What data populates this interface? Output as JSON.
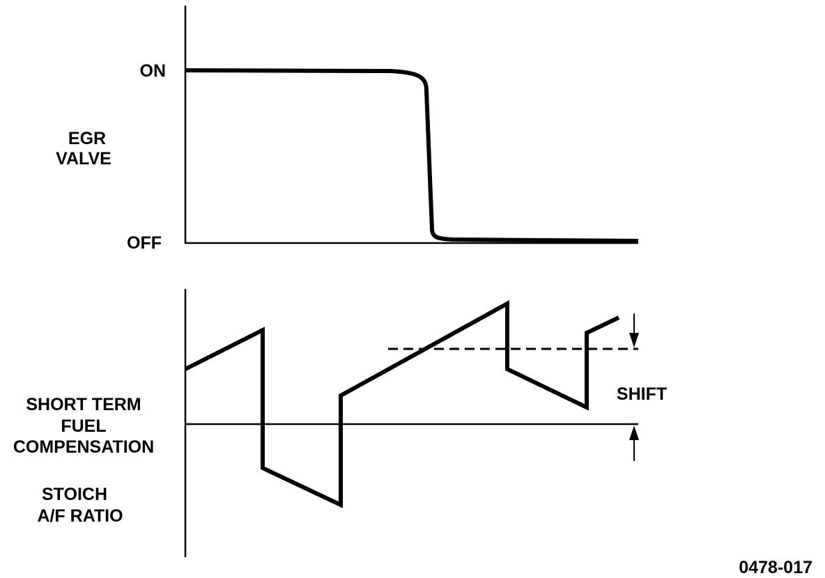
{
  "egr_panel": {
    "on_label": "ON",
    "off_label": "OFF",
    "name_line1": "EGR",
    "name_line2": "VALVE"
  },
  "fuel_panel": {
    "name_line1": "SHORT TERM",
    "name_line2": "FUEL",
    "name_line3": "COMPENSATION",
    "ratio_line1": "STOICH",
    "ratio_line2": "A/F RATIO",
    "shift_label": "SHIFT"
  },
  "figure_code": "0478-017",
  "colors": {
    "ink": "#000000",
    "background": "#ffffff"
  }
}
